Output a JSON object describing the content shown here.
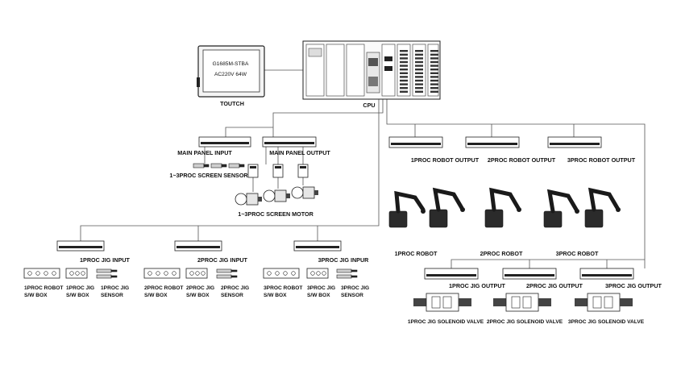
{
  "touch_panel": {
    "caption": "TOUTCH",
    "screen_line1": "G1685M-STBA",
    "screen_line2": "AC220V 64W"
  },
  "cpu": {
    "caption": "CPU"
  },
  "main_panel": {
    "input_label": "MAIN PANEL INPUT",
    "output_label": "MAIN PANEL OUTPUT",
    "sensor_label": "1~3PROC SCREEN SENSOR",
    "motor_label": "1~3PROC SCREEN MOTOR"
  },
  "robot_outputs": [
    "1PROC ROBOT OUTPUT",
    "2PROC ROBOT OUTPUT",
    "3PROC ROBOT OUTPUT"
  ],
  "robots": [
    "1PROC ROBOT",
    "2PROC ROBOT",
    "3PROC ROBOT"
  ],
  "jig_inputs": [
    "1PROC JIG INPUT",
    "2PROC JIG INPUT",
    "3PROC JIG INPUR"
  ],
  "jig_devices": [
    {
      "swbox": [
        "1PROC ROBOT",
        "S/W BOX"
      ],
      "jigbox": [
        "1PROC JIG",
        "S/W BOX"
      ],
      "sensor": [
        "1PROC JIG",
        "SENSOR"
      ]
    },
    {
      "swbox": [
        "2PROC ROBOT",
        "S/W BOX"
      ],
      "jigbox": [
        "2PROC JIG",
        "S/W BOX"
      ],
      "sensor": [
        "2PROC JIG",
        "SENSOR"
      ]
    },
    {
      "swbox": [
        "3PROC ROBOT",
        "S/W BOX"
      ],
      "jigbox": [
        "3PROC JIG",
        "S/W BOX"
      ],
      "sensor": [
        "3PROC JIG",
        "SENSOR"
      ]
    }
  ],
  "jig_outputs": [
    "1PROC JIG OUTPUT",
    "2PROC JIG OUTPUT",
    "3PROC JIG OUTPUT"
  ],
  "solenoid_valves": [
    "1PROC JIG SOLENOID VALVE",
    "2PROC JIG SOLENOID VALVE",
    "3PROC JIG SOLENOID VALVE"
  ]
}
